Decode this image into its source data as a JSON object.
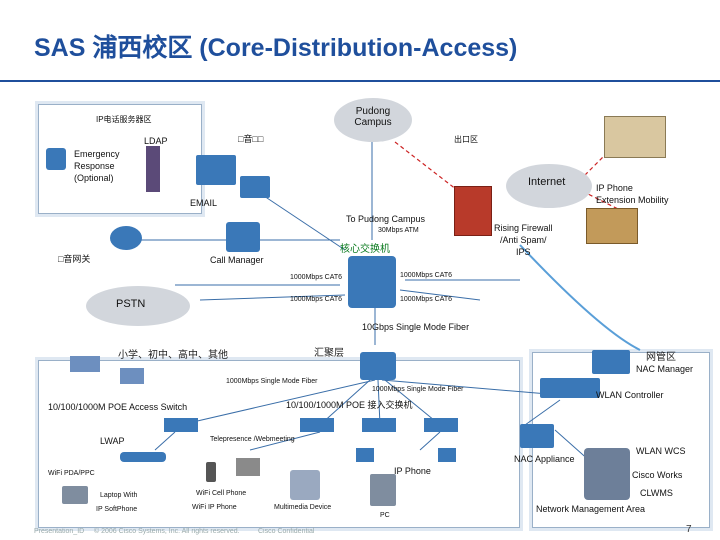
{
  "title": "SAS 浦西校区 (Core-Distribution-Access)",
  "top_labels": {
    "ip_service": "IP电话服务器区",
    "voice": "□音□□",
    "ldap": "LDAP",
    "emergency": "Emergency\nResponse\n(Optional)",
    "email": "EMAIL",
    "pudong_cloud": "Pudong\nCampus",
    "exit_zone": "出口区",
    "internet": "Internet",
    "ipphone_mobility": "IP Phone\nExtension Mobility",
    "to_pudong": "To Pudong Campus",
    "atm": "30Mbps ATM",
    "core_switch": "核心交换机",
    "firewall": "Rising Firewall\n/Anti Spam/\nIPS",
    "voice_gw": "□音网关",
    "call_manager": "Call Manager",
    "pstn": "PSTN",
    "cat6_1": "1000Mbps CAT6",
    "cat6_2": "1000Mbps CAT6",
    "cat6_3": "1000Mbps CAT6",
    "cat6_4": "1000Mbps CAT6",
    "fiber": "10Gbps Single Mode Fiber"
  },
  "bottom_labels": {
    "schools": "小学、初中、高中、其他",
    "agg": "汇聚层",
    "mgmt": "网管区",
    "nac_manager": "NAC Manager",
    "smf1": "1000Mbps Single Mode Fiber",
    "smf2": "1000Mbps Single Mode Fiber",
    "poe_access": "10/100/1000M POE Access Switch",
    "poe_access_cn": "10/100/1000M POE 接入交换机",
    "wlan_controller": "WLAN Controller",
    "lwap": "LWAP",
    "telepresence": "Telepresence /Webmeeting",
    "ip_phone": "IP Phone",
    "nac_appliance": "NAC Appliance",
    "wlan_wcs": "WLAN WCS",
    "wifi_pda": "WiFi PDA/PPC",
    "cisco_works": "Cisco Works",
    "clwms": "CLWMS",
    "laptop": "Laptop With",
    "soft_phone": "IP SoftPhone",
    "wifi_cell": "WiFi Cell Phone",
    "wifi_ip": "WiFi IP Phone",
    "multimedia": "Multimedia Device",
    "pc": "PC",
    "nma": "Network Management Area"
  },
  "footer": {
    "presentation": "Presentation_ID",
    "copyright": "© 2006 Cisco Systems, Inc. All rights reserved.",
    "confidential": "Cisco Confidential",
    "page": "7"
  },
  "colors": {
    "title": "#1f4f9c",
    "device": "#3a78b8",
    "firewall": "#b83a2a",
    "link_red": "#cc2222",
    "house": "#c29a5a"
  }
}
